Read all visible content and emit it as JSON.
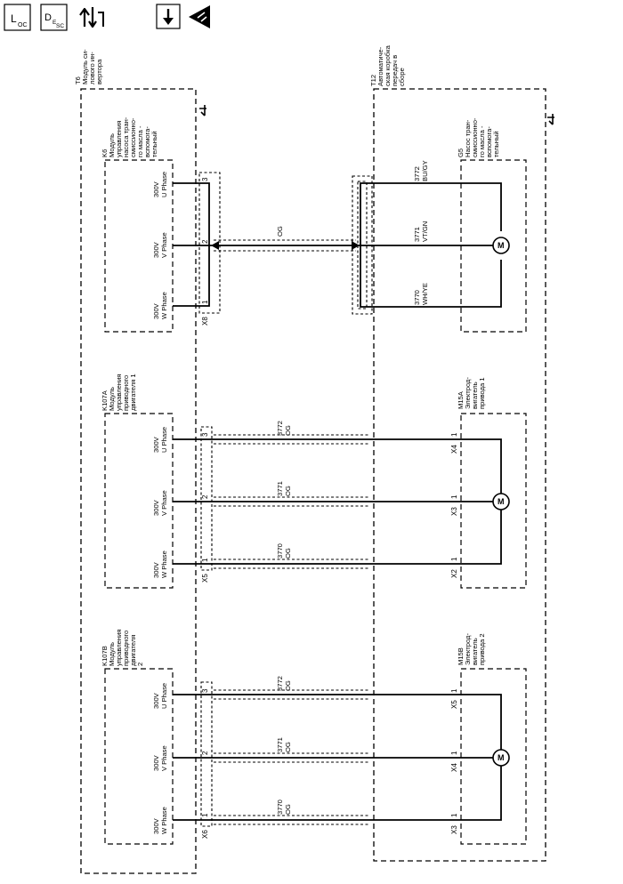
{
  "header_icons": {
    "loc": {
      "main": "L",
      "sub": "OC"
    },
    "desc": {
      "main": "D",
      "sub1": "E",
      "sub2": "SC"
    },
    "names": [
      "location-icon",
      "description-icon",
      "connector-info-icon",
      "arrow-down-icon",
      "esd-warning-icon"
    ]
  },
  "inverter": {
    "ref": "T6",
    "lines": [
      "Модуль си-",
      "лового ин-",
      "вертора"
    ]
  },
  "transmission": {
    "ref": "T12",
    "lines": [
      "Автоматиче-",
      "ская коробка",
      "передач в",
      "сборе"
    ]
  },
  "k6": {
    "ref": "K6",
    "lines": [
      "Модуль",
      "управления",
      "насоса тран-",
      "смиссионно-",
      "го масла -",
      "вспомога-",
      "тельный"
    ]
  },
  "g5": {
    "ref": "G5",
    "lines": [
      "Насос тран-",
      "смиссионно-",
      "го масла -",
      "вспомога-",
      "тельный"
    ]
  },
  "k107a": {
    "ref": "K107A",
    "lines": [
      "Модуль",
      "управления",
      "приводного",
      "двигателя 1"
    ]
  },
  "m15a": {
    "ref": "M15A",
    "lines": [
      "Электрод-",
      "вигатель",
      "привода 1"
    ]
  },
  "k107b": {
    "ref": "K107B",
    "lines": [
      "Модуль",
      "управления",
      "приводного",
      "двигателя",
      "2"
    ]
  },
  "m15b": {
    "ref": "M15B",
    "lines": [
      "Электрод-",
      "вигатель",
      "привода 2"
    ]
  },
  "phases": {
    "voltage": "300V",
    "u": "U Phase",
    "v": "V Phase",
    "w": "W Phase"
  },
  "motor_symbol": "M",
  "connectors": {
    "x8": "X8",
    "x5": "X5",
    "x6": "X6",
    "x2": "X2",
    "x3": "X3",
    "x4": "X4"
  },
  "pins": {
    "p1": "1",
    "p2": "2",
    "p3": "3"
  },
  "wires": {
    "og": "OG",
    "c3772": "3772",
    "c3771": "3771",
    "c3770": "3770",
    "bu_gy": "BU/GY",
    "vt_gn": "VT/GN",
    "wh_ye": "WH/YE"
  }
}
